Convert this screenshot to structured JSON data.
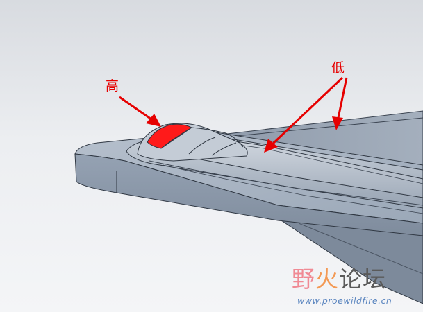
{
  "annotations": {
    "high_label": "高",
    "low_label": "低",
    "arrow_color": "#e60000",
    "highlight_color": "#ff1a1a"
  },
  "watermark": {
    "title_part1": "野",
    "title_part2": "火",
    "title_part3": "论坛",
    "url": "www.proewildfire.cn"
  },
  "colors": {
    "model_top": "#a9b5c4",
    "model_front": "#8d9aab",
    "model_dark": "#6f7b8b",
    "edge_line": "#2f3742"
  }
}
